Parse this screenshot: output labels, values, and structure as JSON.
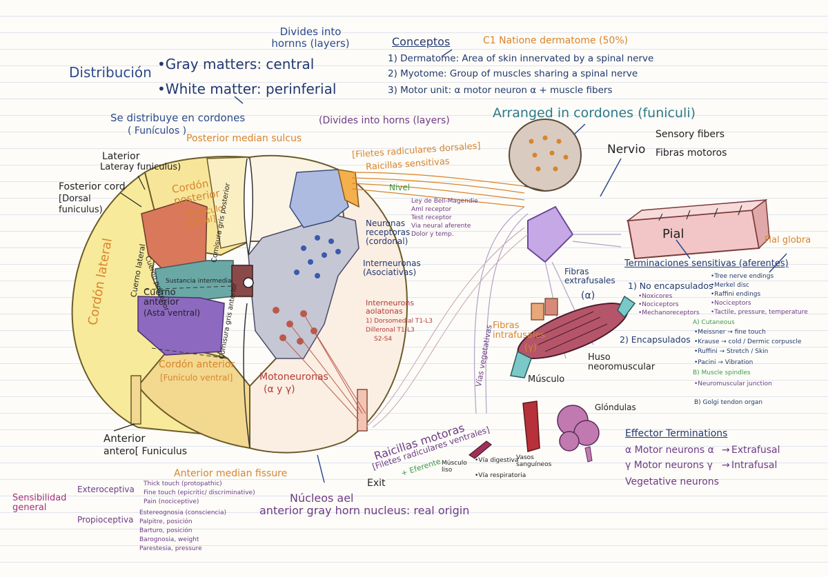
{
  "distribucion": {
    "title": "Distribución",
    "gray": "•Gray matters: central",
    "white": "•White matter: perinferial",
    "divides": "Divides into hornns (layers)",
    "se_distribuye": "Se distribuye en cordones",
    "funiculos": "( Funículos )"
  },
  "conceptos": {
    "title": "Conceptos",
    "natione": "C1 Natione dermatome (50%)",
    "items": [
      "1) Dermatome: Area of skin innervated by a spinal nerve",
      "2) Myotome: Group of muscles sharing a spinal nerve",
      "3) Motor unit: α motor neuron α + muscle fibers"
    ],
    "divides_horns": "(Divides into horns (layers)"
  },
  "arranged": "Arranged in cordones (funiculi)",
  "nervio": {
    "label": "Nervio",
    "sensory": "Sensory fibers",
    "motor": "Fibras motoros"
  },
  "posterior_median_sulcus": "Posterior median sulcus",
  "filetes": {
    "l1": "[Filetes radiculares dorsales]",
    "l2": "Raicillas sensitivas"
  },
  "cord": {
    "laterior": "Laterior",
    "lateral_funiculus": "Lateray funiculus)",
    "fosterior_cord": "Fosterior cord",
    "dorsal_funiculus_1": "[Dorsal",
    "dorsal_funiculus_2": "funiculus)",
    "cordon_posterior": "Cordón posterior",
    "funiculo_dorsal": "[Funículo dorsal]",
    "cordon_lateral": "Cordón lateral",
    "cuerno_lateral": "Cuerno lateral",
    "cuerno_anterior": "Cuerno anterior",
    "asta_ventral": "(Asta ventral)",
    "cordon_anterior": "Cordón anterior",
    "funiculo_ventral": "[Funículo ventral]",
    "comisura_gris_anterior": "Comisura gris anterior",
    "comisura_gris_posterior": "Comisura gris posterior",
    "sustancia_intermedia": "Sustancia intermedia",
    "asta_posterior": "Cuerno posterior",
    "anterior": "Anterior",
    "antero_funiculus": "antero[ Funiculus",
    "anterior_median_fissure": "Anterior median fissure"
  },
  "neurons": {
    "nivel": "Nivel",
    "sensory_list": [
      "Ley de Bell-Magendie",
      "Aml receptor",
      "Test receptor",
      "Via neural aferente",
      "Dolor y temp."
    ],
    "neuronas_receptoras": "Neuronas receptoras (cordonal)",
    "interneuronas": "Interneuronas (Asociativas)",
    "interneurons_aolatonas": "Interneurons aolatonas",
    "interneurons_list": [
      "1) Dorsomedial T1-L3",
      "Dilleronal T1-L3",
      "S2-S4"
    ],
    "motoneuronas": "Motoneuronas",
    "alpha_gamma": "(α y γ)"
  },
  "raicillas": {
    "l1": "Raicillas motoras",
    "l2": "[Filetes radiculares ventrales]",
    "eferente": "+ Eferente"
  },
  "nucleos": {
    "l1": "Núcleos ael",
    "l2": "anterior gray horn nucleus: real origin"
  },
  "exit": "Exit",
  "fibers": {
    "extrafusales": "Fibras extrafusales",
    "alpha": "(α)",
    "intrafusales": "Fibras intrafusales",
    "gamma": "(γ)",
    "musculo": "Músculo",
    "huso": "Huso neoromuscular",
    "vias": "Vías vegetativas"
  },
  "skin": {
    "pial": "Pial",
    "fial_globra": "Fial globra"
  },
  "terminaciones": {
    "title": "Terminaciones sensitivas (aferentes)",
    "no_encaps": "1) No encapsulados",
    "no_encaps_list": [
      "•Tree nerve endings",
      "•Merkel disc",
      "•Raffini endings",
      "•Nociceptors",
      "•Tactile, pressure, temperature"
    ],
    "no_encaps_types": [
      "•Noxicores",
      "•Nociceptors",
      "•Mechanoreceptors"
    ],
    "encaps": "2) Encapsulados",
    "cutaneous": "A) Cutaneous",
    "encaps_list": [
      "•Meissner → fine touch",
      "•Krause → cold / Dermic corpuscle",
      "•Ruffini → Stretch / Skin",
      "•Pacini → Vibration",
      "B) Muscle spindles",
      "•Neuromuscular junction",
      "B) Golgi tendon organ"
    ]
  },
  "glandulas": "Glóndulas",
  "effector_items": {
    "musculo_liso": "Músculo liso",
    "via_digestiva": "•Vía digestiva",
    "via_respiratoria": "•Vía respiratoria",
    "vasos": "Vasos sanguíneos"
  },
  "effector": {
    "title": "Effector Terminations",
    "rows": [
      {
        "left": "α Motor neurons α",
        "right": "Extrafusal"
      },
      {
        "left": "γ Motor neurons γ",
        "right": "Intrafusal"
      },
      {
        "left": "Vegetative neurons",
        "right": ""
      }
    ]
  },
  "sensibilidad": {
    "title": "Sensibilidad general",
    "exteroceptiva": "Exteroceptiva",
    "extero_list": [
      "Thick touch (protopathic)",
      "Fine touch (epicritic/ discriminative)",
      "Pain (nociceptive)"
    ],
    "propioceptiva": "Propioceptiva",
    "proprio_list": [
      "Estereognosia (consciencia)",
      "Palpitre, posición",
      "Barturo, posición",
      "Barognosia, weight",
      "Parestesia, pressure"
    ]
  }
}
